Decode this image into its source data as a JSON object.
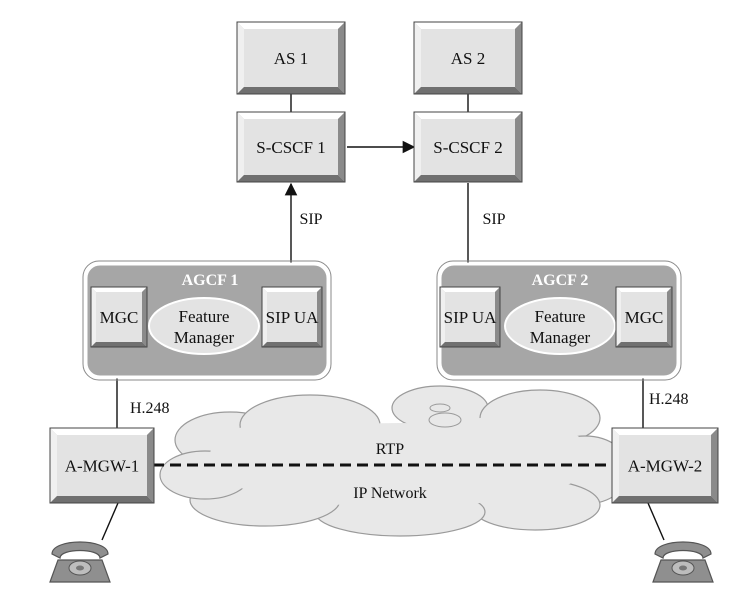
{
  "nodes": {
    "as1": "AS 1",
    "as2": "AS 2",
    "scscf1": "S-CSCF 1",
    "scscf2": "S-CSCF 2",
    "agcf1": {
      "title": "AGCF 1",
      "mgc": "MGC",
      "feature_line1": "Feature",
      "feature_line2": "Manager",
      "sip_ua": "SIP UA"
    },
    "agcf2": {
      "title": "AGCF 2",
      "sip_ua": "SIP UA",
      "feature_line1": "Feature",
      "feature_line2": "Manager",
      "mgc": "MGC"
    },
    "amgw1": "A-MGW-1",
    "amgw2": "A-MGW-2"
  },
  "links": {
    "sip_left": "SIP",
    "sip_right": "SIP",
    "h248_left": "H.248",
    "h248_right": "H.248",
    "rtp": "RTP"
  },
  "network": {
    "label": "IP Network"
  },
  "colors": {
    "box_face": "#e3e3e3",
    "bevel_light": "#ffffff",
    "bevel_dark": "#707070",
    "agcf_panel": "#a6a6a6",
    "cloud": "#e8e8e8",
    "line": "#111111",
    "phone": "#8f8f8f"
  }
}
